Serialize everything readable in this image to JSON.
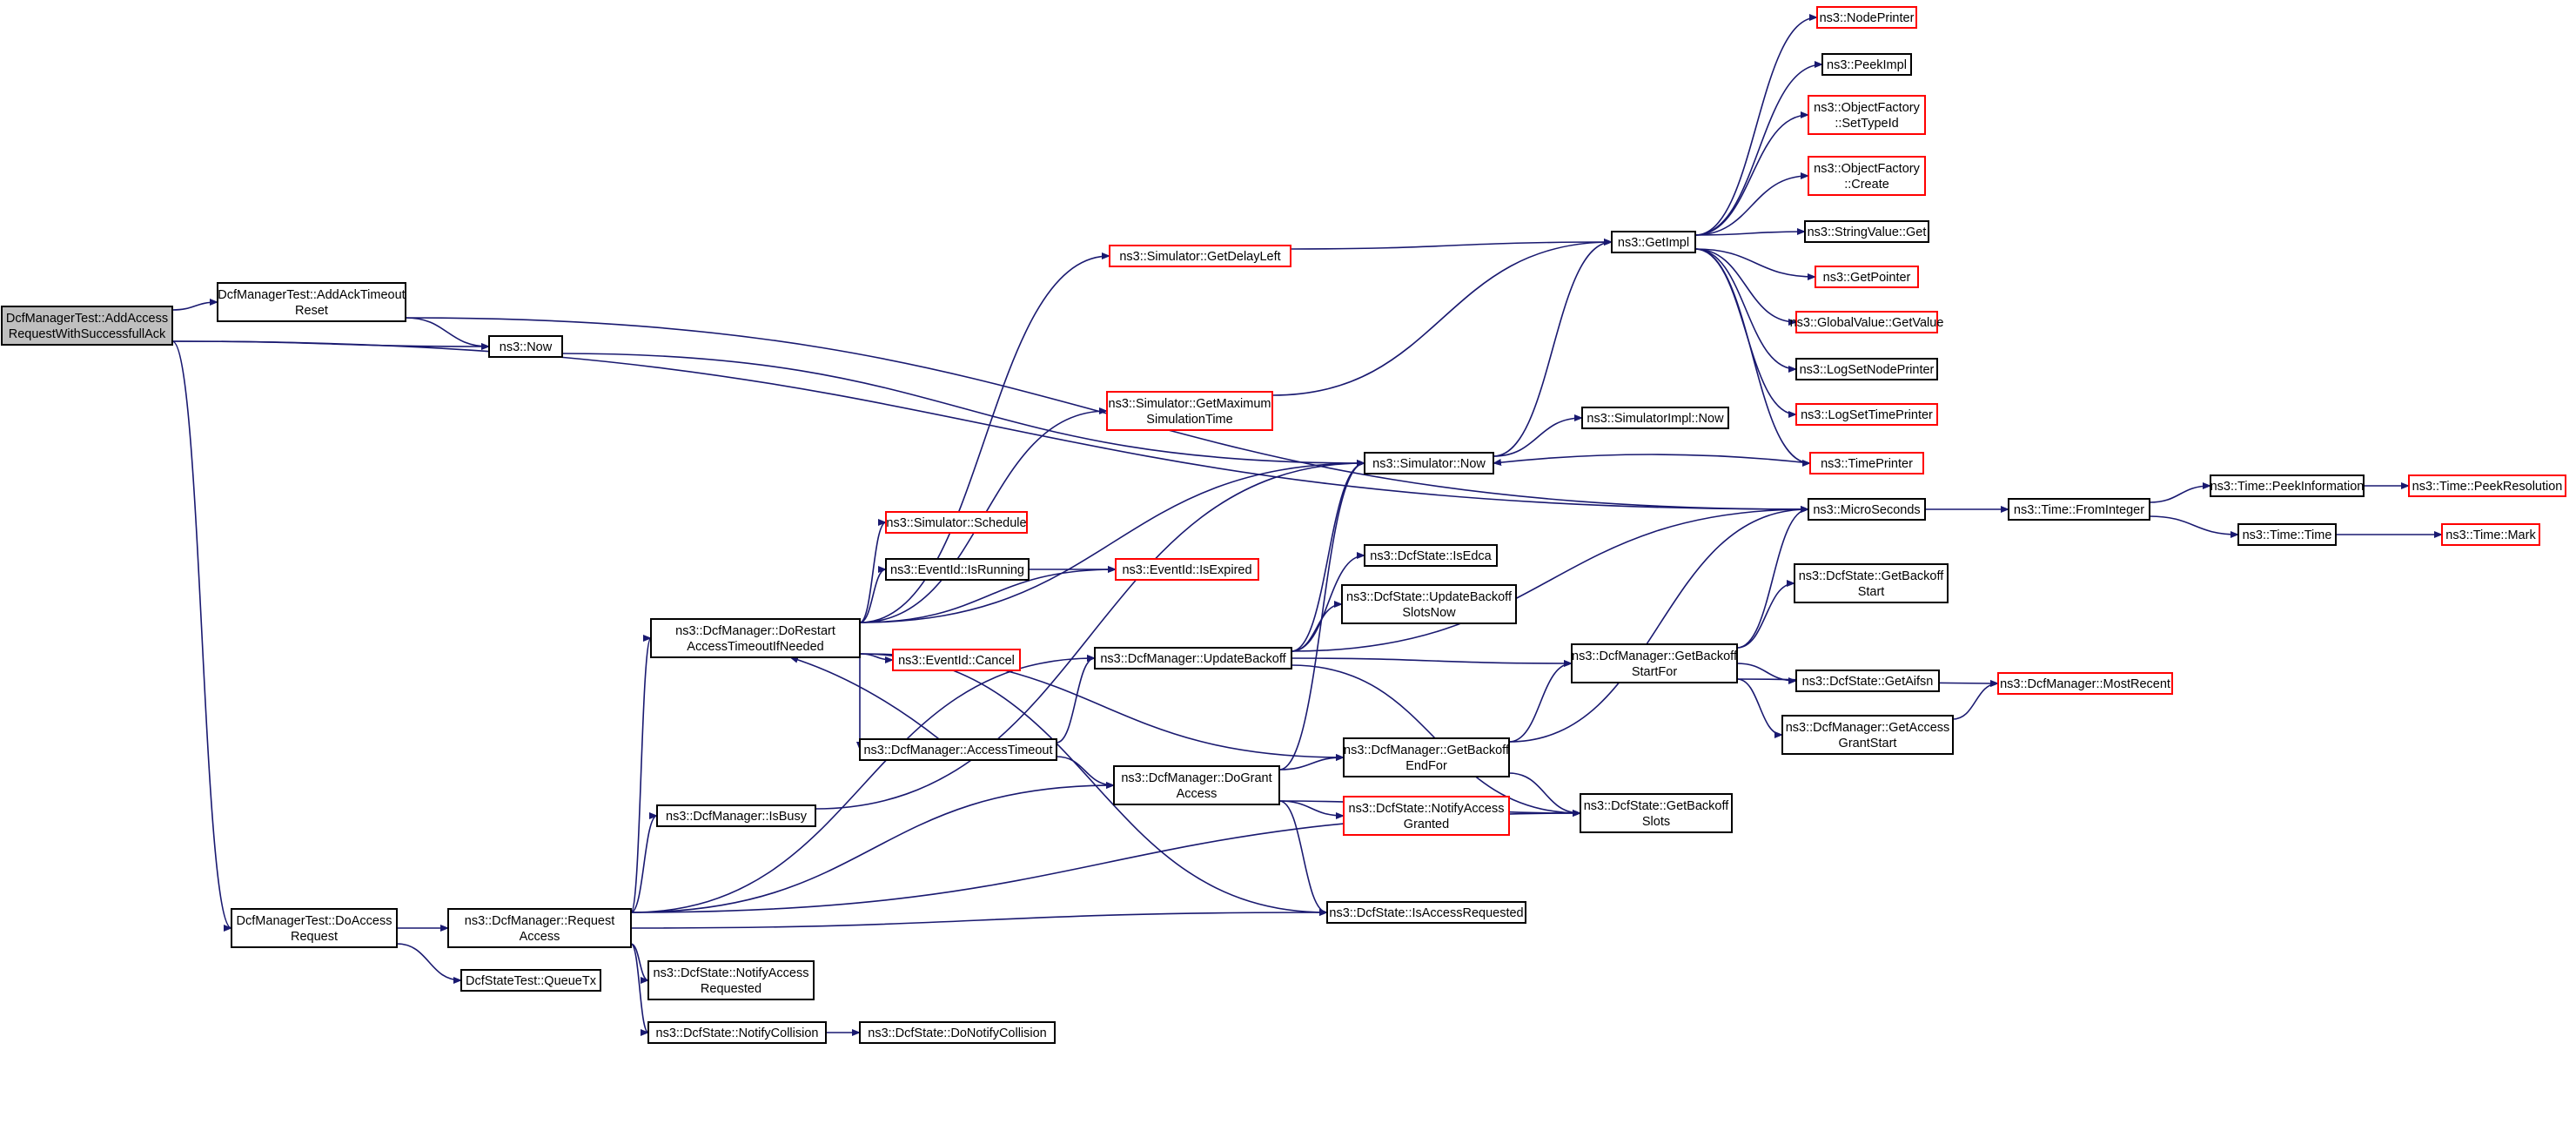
{
  "colors": {
    "edge": "#191970",
    "border_normal": "#000000",
    "border_truncated": "#ff0000",
    "root_fill": "#bfbfbf",
    "node_fill": "#ffffff"
  },
  "nodes": [
    {
      "id": "root",
      "lines": [
        "DcfManagerTest::AddAccess",
        "RequestWithSuccessfullAck"
      ],
      "style": "root"
    },
    {
      "id": "addAckTimeoutReset",
      "lines": [
        "DcfManagerTest::AddAckTimeout",
        "Reset"
      ],
      "style": "normal"
    },
    {
      "id": "now",
      "lines": [
        "ns3::Now"
      ],
      "style": "normal"
    },
    {
      "id": "doAccessRequest",
      "lines": [
        "DcfManagerTest::DoAccess",
        "Request"
      ],
      "style": "normal"
    },
    {
      "id": "requestAccess",
      "lines": [
        "ns3::DcfManager::Request",
        "Access"
      ],
      "style": "normal"
    },
    {
      "id": "queueTx",
      "lines": [
        "DcfStateTest::QueueTx"
      ],
      "style": "normal"
    },
    {
      "id": "doRestart",
      "lines": [
        "ns3::DcfManager::DoRestart",
        "AccessTimeoutIfNeeded"
      ],
      "style": "normal"
    },
    {
      "id": "isBusy",
      "lines": [
        "ns3::DcfManager::IsBusy"
      ],
      "style": "normal"
    },
    {
      "id": "notifyAccessRequested",
      "lines": [
        "ns3::DcfState::NotifyAccess",
        "Requested"
      ],
      "style": "normal"
    },
    {
      "id": "notifyCollision",
      "lines": [
        "ns3::DcfState::NotifyCollision"
      ],
      "style": "normal"
    },
    {
      "id": "doNotifyCollision",
      "lines": [
        "ns3::DcfState::DoNotifyCollision"
      ],
      "style": "normal"
    },
    {
      "id": "getDelayLeft",
      "lines": [
        "ns3::Simulator::GetDelayLeft"
      ],
      "style": "truncated"
    },
    {
      "id": "getMaxSimTime",
      "lines": [
        "ns3::Simulator::GetMaximum",
        "SimulationTime"
      ],
      "style": "truncated"
    },
    {
      "id": "schedule",
      "lines": [
        "ns3::Simulator::Schedule"
      ],
      "style": "truncated"
    },
    {
      "id": "isRunning",
      "lines": [
        "ns3::EventId::IsRunning"
      ],
      "style": "normal"
    },
    {
      "id": "cancel",
      "lines": [
        "ns3::EventId::Cancel"
      ],
      "style": "truncated"
    },
    {
      "id": "isExpired",
      "lines": [
        "ns3::EventId::IsExpired"
      ],
      "style": "truncated"
    },
    {
      "id": "accessTimeout",
      "lines": [
        "ns3::DcfManager::AccessTimeout"
      ],
      "style": "normal"
    },
    {
      "id": "updateBackoff",
      "lines": [
        "ns3::DcfManager::UpdateBackoff"
      ],
      "style": "normal"
    },
    {
      "id": "doGrantAccess",
      "lines": [
        "ns3::DcfManager::DoGrant",
        "Access"
      ],
      "style": "normal"
    },
    {
      "id": "simNow",
      "lines": [
        "ns3::Simulator::Now"
      ],
      "style": "normal"
    },
    {
      "id": "isEdca",
      "lines": [
        "ns3::DcfState::IsEdca"
      ],
      "style": "normal"
    },
    {
      "id": "updateBackoffSlotsNow",
      "lines": [
        "ns3::DcfState::UpdateBackoff",
        "SlotsNow"
      ],
      "style": "normal"
    },
    {
      "id": "getBackoffEndFor",
      "lines": [
        "ns3::DcfManager::GetBackoff",
        "EndFor"
      ],
      "style": "normal"
    },
    {
      "id": "notifyAccessGranted",
      "lines": [
        "ns3::DcfState::NotifyAccess",
        "Granted"
      ],
      "style": "truncated"
    },
    {
      "id": "isAccessRequested",
      "lines": [
        "ns3::DcfState::IsAccessRequested"
      ],
      "style": "normal"
    },
    {
      "id": "getImpl",
      "lines": [
        "ns3::GetImpl"
      ],
      "style": "normal"
    },
    {
      "id": "simImplNow",
      "lines": [
        "ns3::SimulatorImpl::Now"
      ],
      "style": "normal"
    },
    {
      "id": "getBackoffStartFor",
      "lines": [
        "ns3::DcfManager::GetBackoff",
        "StartFor"
      ],
      "style": "normal"
    },
    {
      "id": "getBackoffSlots",
      "lines": [
        "ns3::DcfState::GetBackoff",
        "Slots"
      ],
      "style": "normal"
    },
    {
      "id": "nodePrinter",
      "lines": [
        "ns3::NodePrinter"
      ],
      "style": "truncated"
    },
    {
      "id": "peekImpl",
      "lines": [
        "ns3::PeekImpl"
      ],
      "style": "normal"
    },
    {
      "id": "setTypeId",
      "lines": [
        "ns3::ObjectFactory",
        "::SetTypeId"
      ],
      "style": "truncated"
    },
    {
      "id": "ofCreate",
      "lines": [
        "ns3::ObjectFactory",
        "::Create"
      ],
      "style": "truncated"
    },
    {
      "id": "stringValueGet",
      "lines": [
        "ns3::StringValue::Get"
      ],
      "style": "normal"
    },
    {
      "id": "getPointer",
      "lines": [
        "ns3::GetPointer"
      ],
      "style": "truncated"
    },
    {
      "id": "globalValueGet",
      "lines": [
        "ns3::GlobalValue::GetValue"
      ],
      "style": "truncated"
    },
    {
      "id": "logSetNodePrinter",
      "lines": [
        "ns3::LogSetNodePrinter"
      ],
      "style": "normal"
    },
    {
      "id": "logSetTimePrinter",
      "lines": [
        "ns3::LogSetTimePrinter"
      ],
      "style": "truncated"
    },
    {
      "id": "timePrinter",
      "lines": [
        "ns3::TimePrinter"
      ],
      "style": "truncated"
    },
    {
      "id": "microSeconds",
      "lines": [
        "ns3::MicroSeconds"
      ],
      "style": "normal"
    },
    {
      "id": "getBackoffStart",
      "lines": [
        "ns3::DcfState::GetBackoff",
        "Start"
      ],
      "style": "normal"
    },
    {
      "id": "getAifsn",
      "lines": [
        "ns3::DcfState::GetAifsn"
      ],
      "style": "normal"
    },
    {
      "id": "getAccessGrantStart",
      "lines": [
        "ns3::DcfManager::GetAccess",
        "GrantStart"
      ],
      "style": "normal"
    },
    {
      "id": "mostRecent",
      "lines": [
        "ns3::DcfManager::MostRecent"
      ],
      "style": "truncated"
    },
    {
      "id": "fromInteger",
      "lines": [
        "ns3::Time::FromInteger"
      ],
      "style": "normal"
    },
    {
      "id": "peekInformation",
      "lines": [
        "ns3::Time::PeekInformation"
      ],
      "style": "normal"
    },
    {
      "id": "timeTime",
      "lines": [
        "ns3::Time::Time"
      ],
      "style": "normal"
    },
    {
      "id": "peekResolution",
      "lines": [
        "ns3::Time::PeekResolution"
      ],
      "style": "truncated"
    },
    {
      "id": "timeMark",
      "lines": [
        "ns3::Time::Mark"
      ],
      "style": "truncated"
    }
  ],
  "edges": [
    [
      "root",
      "addAckTimeoutReset"
    ],
    [
      "root",
      "now"
    ],
    [
      "root",
      "doAccessRequest"
    ],
    [
      "root",
      "microSeconds"
    ],
    [
      "addAckTimeoutReset",
      "now"
    ],
    [
      "addAckTimeoutReset",
      "microSeconds"
    ],
    [
      "now",
      "simNow"
    ],
    [
      "doAccessRequest",
      "requestAccess"
    ],
    [
      "doAccessRequest",
      "queueTx"
    ],
    [
      "requestAccess",
      "doRestart"
    ],
    [
      "requestAccess",
      "isBusy"
    ],
    [
      "requestAccess",
      "updateBackoff"
    ],
    [
      "requestAccess",
      "doGrantAccess"
    ],
    [
      "requestAccess",
      "notifyAccessRequested"
    ],
    [
      "requestAccess",
      "notifyCollision"
    ],
    [
      "requestAccess",
      "isAccessRequested"
    ],
    [
      "requestAccess",
      "getBackoffSlots"
    ],
    [
      "doRestart",
      "getDelayLeft"
    ],
    [
      "doRestart",
      "getMaxSimTime"
    ],
    [
      "doRestart",
      "simNow"
    ],
    [
      "doRestart",
      "schedule"
    ],
    [
      "doRestart",
      "isRunning"
    ],
    [
      "doRestart",
      "isExpired"
    ],
    [
      "doRestart",
      "cancel"
    ],
    [
      "doRestart",
      "accessTimeout"
    ],
    [
      "doRestart",
      "getBackoffEndFor"
    ],
    [
      "doRestart",
      "isAccessRequested"
    ],
    [
      "isBusy",
      "simNow"
    ],
    [
      "notifyCollision",
      "doNotifyCollision"
    ],
    [
      "isRunning",
      "isExpired"
    ],
    [
      "getDelayLeft",
      "getImpl"
    ],
    [
      "getMaxSimTime",
      "getImpl"
    ],
    [
      "accessTimeout",
      "doRestart"
    ],
    [
      "accessTimeout",
      "updateBackoff"
    ],
    [
      "accessTimeout",
      "doGrantAccess"
    ],
    [
      "updateBackoff",
      "simNow"
    ],
    [
      "updateBackoff",
      "microSeconds"
    ],
    [
      "updateBackoff",
      "isEdca"
    ],
    [
      "updateBackoff",
      "updateBackoffSlotsNow"
    ],
    [
      "updateBackoff",
      "getBackoffStartFor"
    ],
    [
      "updateBackoff",
      "getBackoffSlots"
    ],
    [
      "doGrantAccess",
      "simNow"
    ],
    [
      "doGrantAccess",
      "getBackoffEndFor"
    ],
    [
      "doGrantAccess",
      "notifyAccessGranted"
    ],
    [
      "doGrantAccess",
      "isAccessRequested"
    ],
    [
      "doGrantAccess",
      "getBackoffSlots"
    ],
    [
      "getBackoffEndFor",
      "getBackoffStartFor"
    ],
    [
      "getBackoffEndFor",
      "microSeconds"
    ],
    [
      "getBackoffEndFor",
      "getBackoffSlots"
    ],
    [
      "simNow",
      "getImpl"
    ],
    [
      "simNow",
      "simImplNow"
    ],
    [
      "getImpl",
      "nodePrinter"
    ],
    [
      "getImpl",
      "peekImpl"
    ],
    [
      "getImpl",
      "setTypeId"
    ],
    [
      "getImpl",
      "ofCreate"
    ],
    [
      "getImpl",
      "stringValueGet"
    ],
    [
      "getImpl",
      "getPointer"
    ],
    [
      "getImpl",
      "globalValueGet"
    ],
    [
      "getImpl",
      "logSetNodePrinter"
    ],
    [
      "getImpl",
      "logSetTimePrinter"
    ],
    [
      "getImpl",
      "timePrinter"
    ],
    [
      "timePrinter",
      "simNow"
    ],
    [
      "getBackoffStartFor",
      "microSeconds"
    ],
    [
      "getBackoffStartFor",
      "getBackoffStart"
    ],
    [
      "getBackoffStartFor",
      "getAifsn"
    ],
    [
      "getBackoffStartFor",
      "getAccessGrantStart"
    ],
    [
      "getBackoffStartFor",
      "mostRecent"
    ],
    [
      "getAccessGrantStart",
      "mostRecent"
    ],
    [
      "microSeconds",
      "fromInteger"
    ],
    [
      "fromInteger",
      "peekInformation"
    ],
    [
      "fromInteger",
      "timeTime"
    ],
    [
      "peekInformation",
      "peekResolution"
    ],
    [
      "timeTime",
      "timeMark"
    ]
  ]
}
